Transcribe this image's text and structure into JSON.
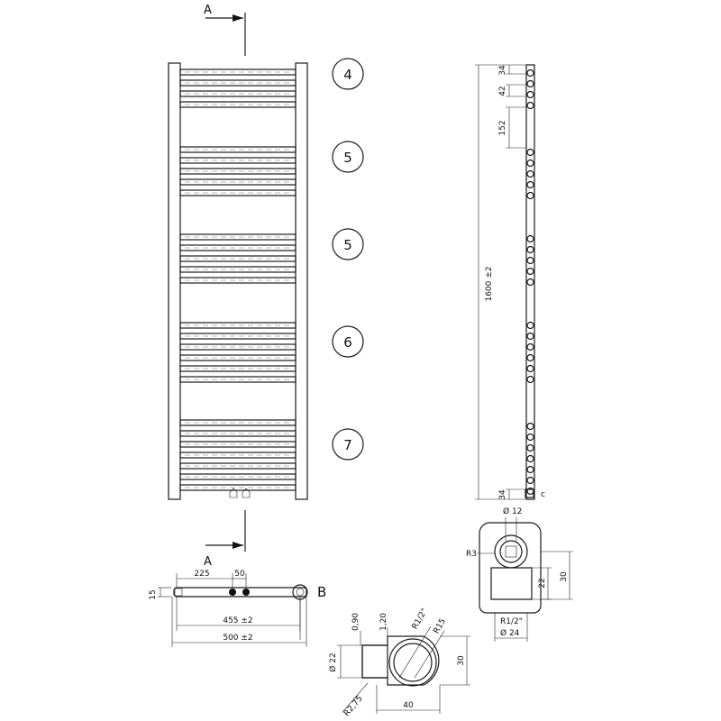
{
  "section_marks": {
    "top": "A",
    "bottom": "A"
  },
  "groups": [
    {
      "label": "4",
      "bars": 4
    },
    {
      "label": "5",
      "bars": 5
    },
    {
      "label": "5",
      "bars": 5
    },
    {
      "label": "6",
      "bars": 6
    },
    {
      "label": "7",
      "bars": 7
    }
  ],
  "side_view": {
    "height": "1600 ±2",
    "dims": [
      "34",
      "42",
      "152",
      "34"
    ],
    "connector_label": "c"
  },
  "top_view": {
    "dim_225": "225",
    "dim_50": "50",
    "dim_15": "15",
    "dim_455": "455 ±2",
    "dim_500": "500 ±2",
    "detail_label": "B"
  },
  "detail_b": {
    "d22": "Ø 22",
    "t090": "0,90",
    "t120": "1,20",
    "r12": "R1/2\"",
    "r15": "R15",
    "h30": "30",
    "w40": "40",
    "r275": "R2,75"
  },
  "section_aa": {
    "d12": "Ø 12",
    "r3": "R3",
    "h22": "22",
    "h30": "30",
    "r12": "R1/2\"",
    "d24": "Ø 24"
  }
}
